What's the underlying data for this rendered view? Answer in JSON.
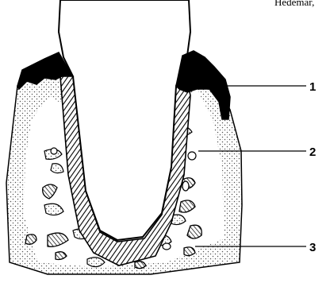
{
  "figure": {
    "corner_text": "Hedemar,",
    "callouts": [
      {
        "label": "1"
      },
      {
        "label": "2"
      },
      {
        "label": "3"
      }
    ]
  }
}
